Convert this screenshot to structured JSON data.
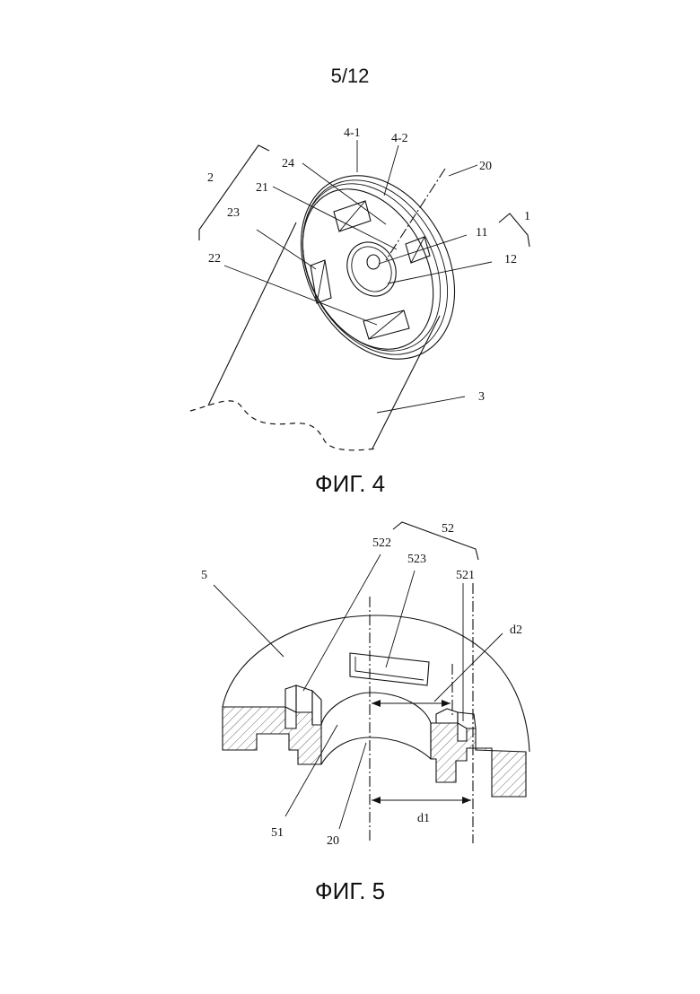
{
  "page": {
    "number": "5/12"
  },
  "figures": [
    {
      "caption": "ФИГ. 4",
      "labels": {
        "l2": "2",
        "l4_1": "4-1",
        "l4_2": "4-2",
        "l20": "20",
        "l1": "1",
        "l24": "24",
        "l21": "21",
        "l23": "23",
        "l11": "11",
        "l12": "12",
        "l22": "22",
        "l3": "3"
      }
    },
    {
      "caption": "ФИГ. 5",
      "labels": {
        "l52": "52",
        "l522": "522",
        "l523": "523",
        "l521": "521",
        "l5": "5",
        "ld2": "d2",
        "ld1": "d1",
        "l51": "51",
        "l20": "20"
      }
    }
  ]
}
